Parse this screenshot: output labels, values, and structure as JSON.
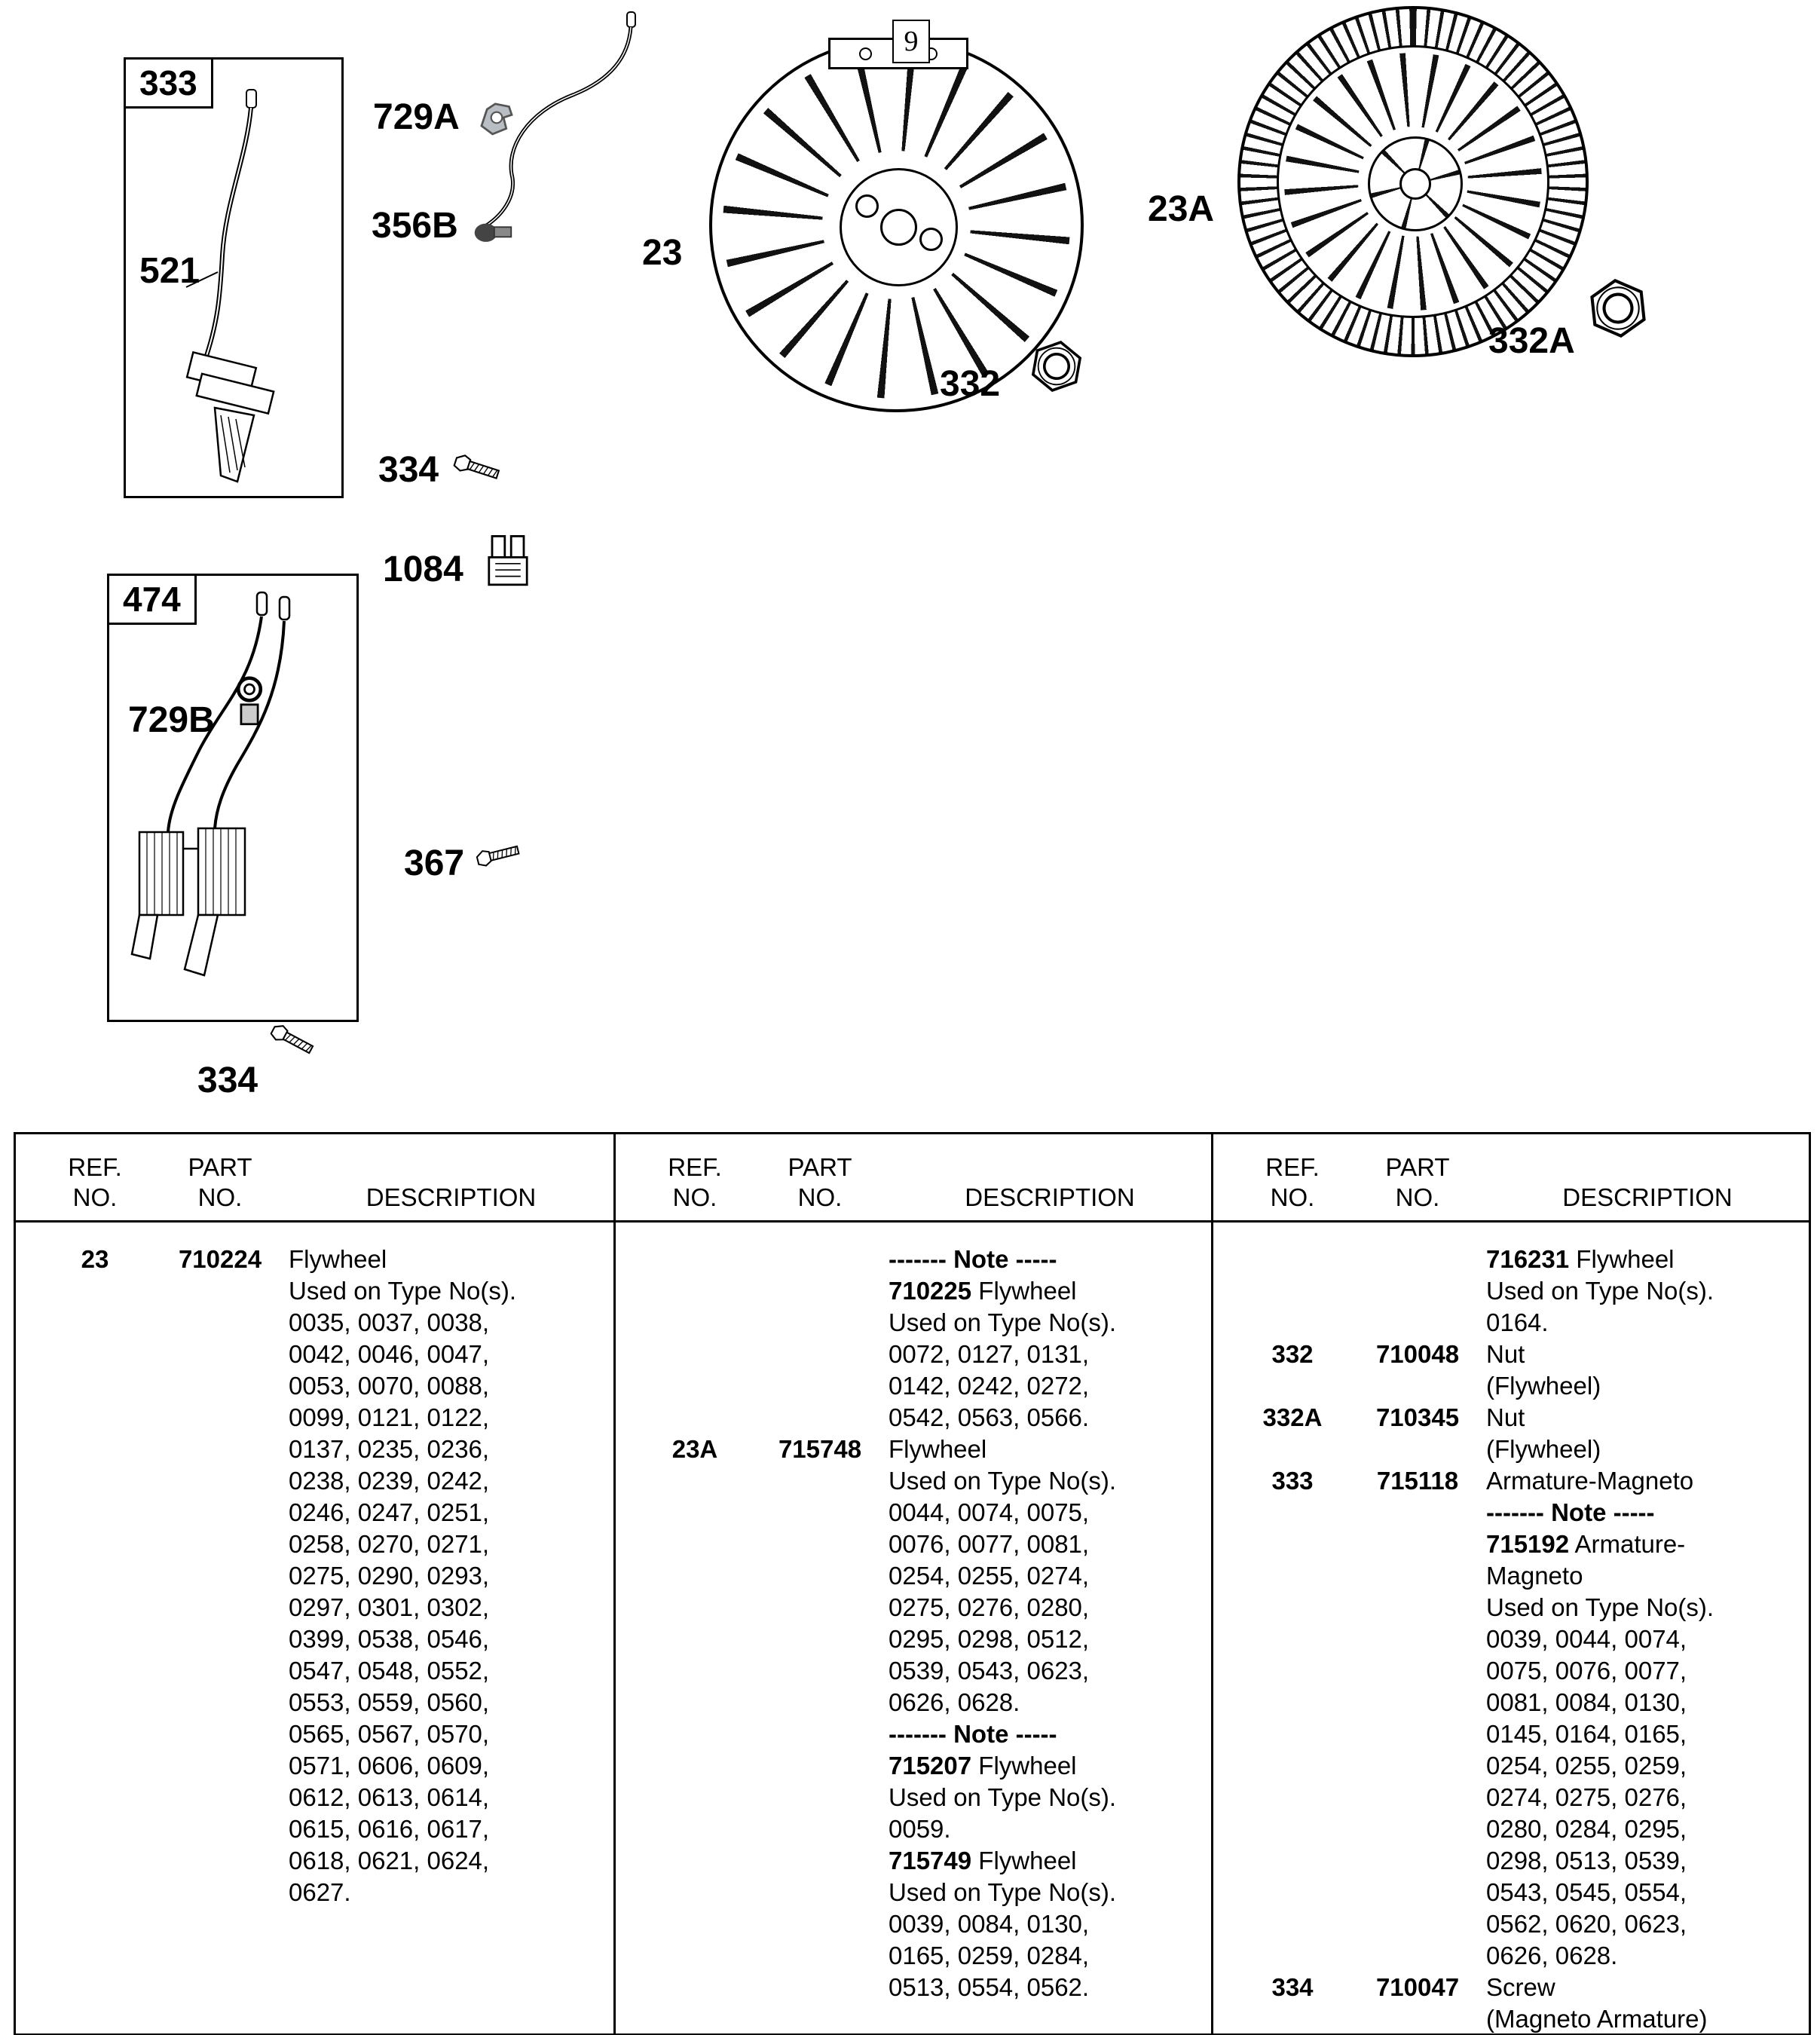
{
  "diagram": {
    "page_num": "9",
    "labels": {
      "box333": "333",
      "wire": "521",
      "clamp": "729A",
      "grommet": "356B",
      "flywheel_front": "23",
      "nut_front": "332",
      "flywheel_angled": "23A",
      "nut_angled": "332A",
      "screw_top": "334",
      "terminal": "1084",
      "box474": "474",
      "ring_terminal": "729B",
      "screw_mid": "367",
      "screw_bottom": "334"
    }
  },
  "table": {
    "header": {
      "ref1": "REF.",
      "ref2": "NO.",
      "part1": "PART",
      "part2": "NO.",
      "desc": "DESCRIPTION"
    },
    "columns": [
      [
        {
          "ref": "23",
          "part": "710224",
          "lines": [
            "Flywheel",
            "Used on Type No(s).",
            "0035, 0037, 0038,",
            "0042, 0046, 0047,",
            "0053, 0070, 0088,",
            "0099, 0121, 0122,",
            "0137, 0235, 0236,",
            "0238, 0239, 0242,",
            "0246, 0247, 0251,",
            "0258, 0270, 0271,",
            "0275, 0290, 0293,",
            "0297, 0301, 0302,",
            "0399, 0538, 0546,",
            "0547, 0548, 0552,",
            "0553, 0559, 0560,",
            "0565, 0567, 0570,",
            "0571, 0606, 0609,",
            "0612, 0613, 0614,",
            "0615, 0616, 0617,",
            "0618, 0621, 0624,",
            "0627."
          ]
        }
      ],
      [
        {
          "ref": "",
          "part": "",
          "lines": [
            "*------- Note -----*",
            "*710225* Flywheel",
            "Used on Type No(s).",
            "0072, 0127, 0131,",
            "0142, 0242, 0272,",
            "0542, 0563, 0566."
          ]
        },
        {
          "ref": "23A",
          "part": "715748",
          "lines": [
            "Flywheel",
            "Used on Type No(s).",
            "0044, 0074, 0075,",
            "0076, 0077, 0081,",
            "0254, 0255, 0274,",
            "0275, 0276, 0280,",
            "0295, 0298, 0512,",
            "0539, 0543, 0623,",
            "0626, 0628.",
            "*------- Note -----*",
            "*715207* Flywheel",
            "Used on Type No(s).",
            "0059.",
            "*715749* Flywheel",
            "Used on Type No(s).",
            "0039, 0084, 0130,",
            "0165, 0259, 0284,",
            "0513, 0554, 0562."
          ]
        }
      ],
      [
        {
          "ref": "",
          "part": "",
          "lines": [
            "*716231* Flywheel",
            "Used on Type No(s).",
            "0164."
          ]
        },
        {
          "ref": "332",
          "part": "710048",
          "lines": [
            "Nut",
            "(Flywheel)"
          ]
        },
        {
          "ref": "332A",
          "part": "710345",
          "lines": [
            "Nut",
            "(Flywheel)"
          ]
        },
        {
          "ref": "333",
          "part": "715118",
          "lines": [
            "Armature-Magneto",
            "*------- Note -----*",
            "*715192* Armature-",
            "Magneto",
            "Used on Type No(s).",
            "0039, 0044, 0074,",
            "0075, 0076, 0077,",
            "0081, 0084, 0130,",
            "0145, 0164, 0165,",
            "0254, 0255, 0259,",
            "0274, 0275, 0276,",
            "0280, 0284, 0295,",
            "0298, 0513, 0539,",
            "0543, 0545, 0554,",
            "0562, 0620, 0623,",
            "0626, 0628."
          ]
        },
        {
          "ref": "334",
          "part": "710047",
          "lines": [
            "Screw",
            "(Magneto Armature)"
          ]
        }
      ]
    ]
  }
}
